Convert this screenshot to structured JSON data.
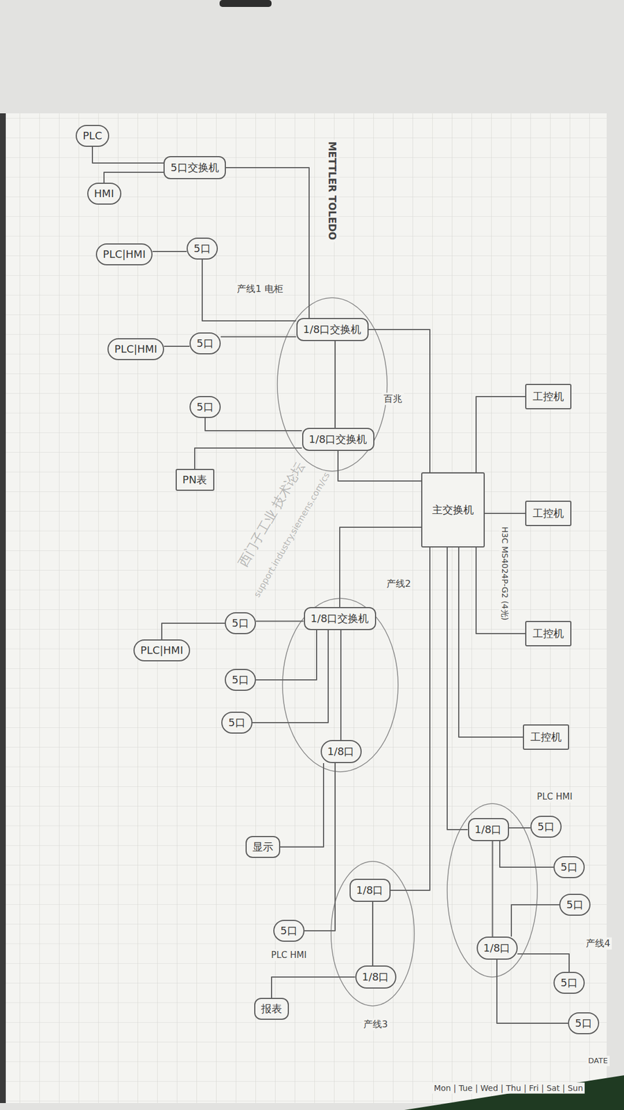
{
  "diagram": {
    "nodes": [
      {
        "text": [
          "主交换机"
        ]
      },
      {
        "text": [
          "工控机"
        ]
      },
      {
        "text": [
          "工控机"
        ]
      },
      {
        "text": [
          "工控机"
        ]
      },
      {
        "text": [
          "工控机"
        ]
      },
      {
        "text": [
          "1/8口交换机"
        ]
      },
      {
        "text": [
          "1/8口交换机"
        ]
      },
      {
        "text": [
          "5口交换机"
        ]
      },
      {
        "text": [
          "PLC"
        ]
      },
      {
        "text": [
          "HMI"
        ]
      },
      {
        "text": [
          "5口"
        ]
      },
      {
        "text": [
          "PLC|HMI"
        ]
      },
      {
        "text": [
          "5口"
        ]
      },
      {
        "text": [
          "PLC|HMI"
        ]
      },
      {
        "text": [
          "5口"
        ]
      },
      {
        "text": [
          "PN表"
        ]
      },
      {
        "text": [
          "1/8口交换机"
        ]
      },
      {
        "text": [
          "1/8口"
        ]
      },
      {
        "text": [
          "5口"
        ]
      },
      {
        "text": [
          "5口"
        ]
      },
      {
        "text": [
          "5口"
        ]
      },
      {
        "text": [
          "PLC|HMI"
        ]
      },
      {
        "text": [
          "显示"
        ]
      },
      {
        "text": [
          "5口"
        ]
      },
      {
        "text": [
          "1/8口"
        ]
      },
      {
        "text": [
          "1/8口"
        ]
      },
      {
        "text": [
          "报表"
        ]
      },
      {
        "text": [
          "1/8口"
        ]
      },
      {
        "text": [
          "1/8口"
        ]
      },
      {
        "text": [
          "5口"
        ]
      },
      {
        "text": [
          "5口"
        ]
      },
      {
        "text": [
          "5口"
        ]
      },
      {
        "text": [
          "5口"
        ]
      },
      {
        "text": [
          "5口"
        ]
      }
    ],
    "edges": [
      {
        "from": 0,
        "to": 1,
        "arrow": "none"
      },
      {
        "from": 0,
        "to": 2,
        "arrow": "none"
      },
      {
        "from": 0,
        "to": 3,
        "arrow": "none"
      },
      {
        "from": 0,
        "to": 4,
        "arrow": "none"
      },
      {
        "from": 0,
        "to": 5,
        "arrow": "none"
      },
      {
        "from": 0,
        "to": 6,
        "arrow": "none"
      },
      {
        "from": 5,
        "to": 6,
        "arrow": "none"
      },
      {
        "from": 5,
        "to": 7,
        "arrow": "none"
      },
      {
        "from": 5,
        "to": 10,
        "arrow": "none"
      },
      {
        "from": 5,
        "to": 12,
        "arrow": "none"
      },
      {
        "from": 6,
        "to": 14,
        "arrow": "none"
      },
      {
        "from": 6,
        "to": 15,
        "arrow": "none"
      },
      {
        "from": 7,
        "to": 8,
        "arrow": "none"
      },
      {
        "from": 7,
        "to": 9,
        "arrow": "none"
      },
      {
        "from": 10,
        "to": 11,
        "arrow": "none"
      },
      {
        "from": 12,
        "to": 13,
        "arrow": "none"
      },
      {
        "from": 0,
        "to": 16,
        "arrow": "none"
      },
      {
        "from": 16,
        "to": 17,
        "arrow": "none"
      },
      {
        "from": 16,
        "to": 18,
        "arrow": "none"
      },
      {
        "from": 16,
        "to": 19,
        "arrow": "none"
      },
      {
        "from": 16,
        "to": 20,
        "arrow": "none"
      },
      {
        "from": 18,
        "to": 21,
        "arrow": "none"
      },
      {
        "from": 17,
        "to": 22,
        "arrow": "none"
      },
      {
        "from": 17,
        "to": 23,
        "arrow": "none"
      },
      {
        "from": 0,
        "to": 24,
        "arrow": "none"
      },
      {
        "from": 0,
        "to": 27,
        "arrow": "none"
      },
      {
        "from": 24,
        "to": 25,
        "arrow": "none"
      },
      {
        "from": 25,
        "to": 26,
        "arrow": "none"
      },
      {
        "from": 27,
        "to": 28,
        "arrow": "none"
      },
      {
        "from": 27,
        "to": 29,
        "arrow": "none"
      },
      {
        "from": 27,
        "to": 30,
        "arrow": "none"
      },
      {
        "from": 28,
        "to": 31,
        "arrow": "none"
      },
      {
        "from": 28,
        "to": 32,
        "arrow": "none"
      },
      {
        "from": 28,
        "to": 33,
        "arrow": "none"
      }
    ],
    "labels": [
      "H3C MS4024P-G2 (4光)",
      "METTLER TOLEDO",
      "产线1 电柜",
      "百兆",
      "产线2",
      "PLC HMI",
      "产线3",
      "PLC HMI",
      "产线4",
      "西门子工业 技术论坛",
      "support.industry.siemens.com/cs",
      "DATE",
      "Mon | Tue | Wed | Thu | Fri | Sat | Sun"
    ]
  }
}
